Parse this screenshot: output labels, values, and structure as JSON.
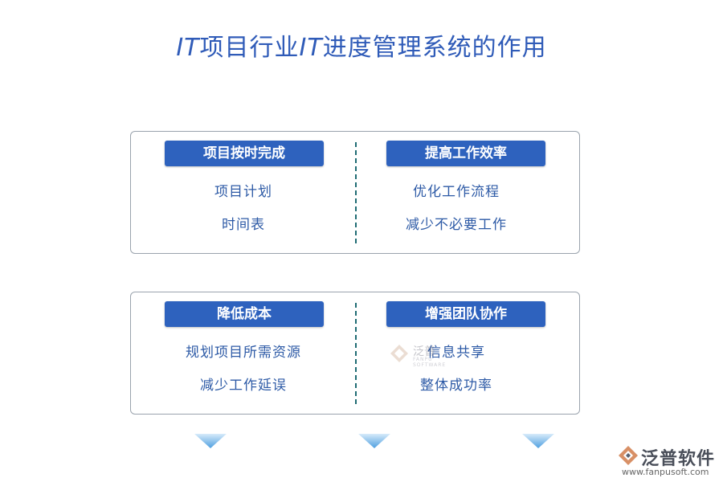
{
  "title": {
    "parts": [
      {
        "text": "IT",
        "latin": true
      },
      {
        "text": "项目行业",
        "latin": false
      },
      {
        "text": "IT",
        "latin": true
      },
      {
        "text": "进度管理系统的作用",
        "latin": false
      }
    ]
  },
  "panels": [
    {
      "sections": [
        {
          "header": "项目按时完成",
          "items": [
            "项目计划",
            "时间表"
          ]
        },
        {
          "header": "提高工作效率",
          "items": [
            "优化工作流程",
            "减少不必要工作"
          ]
        }
      ]
    },
    {
      "sections": [
        {
          "header": "降低成本",
          "items": [
            "规划项目所需资源",
            "减少工作延误"
          ]
        },
        {
          "header": "增强团队协作",
          "items": [
            "信息共享",
            "整体成功率"
          ]
        }
      ]
    }
  ],
  "watermark": {
    "text": "泛普",
    "sub": "FANPU SOFTWARE"
  },
  "brand": {
    "name": "泛普软件",
    "url": "www.fanpusoft.com"
  },
  "colors": {
    "header_bg": "#2e62be",
    "item_text": "#2d5aa6",
    "title": "#2f5bb8",
    "divider": "#1f6b73",
    "arrow": "#5aa9e6"
  }
}
